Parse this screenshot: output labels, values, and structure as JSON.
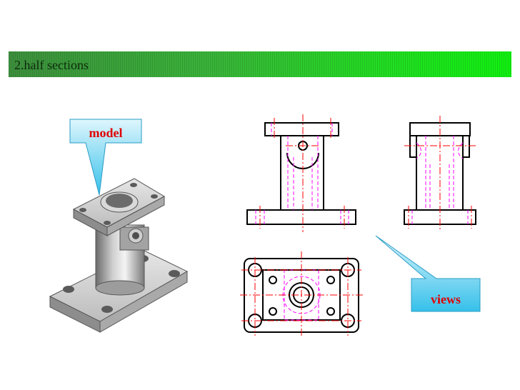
{
  "header": {
    "title": "2.half sections"
  },
  "callouts": {
    "model": "model",
    "views": "views"
  },
  "colors": {
    "outline": "#000000",
    "hidden_line": "#ff00ff",
    "center_line": "#ff0000",
    "callout_fill": "#3cc3e8",
    "callout_text": "#e00000"
  }
}
